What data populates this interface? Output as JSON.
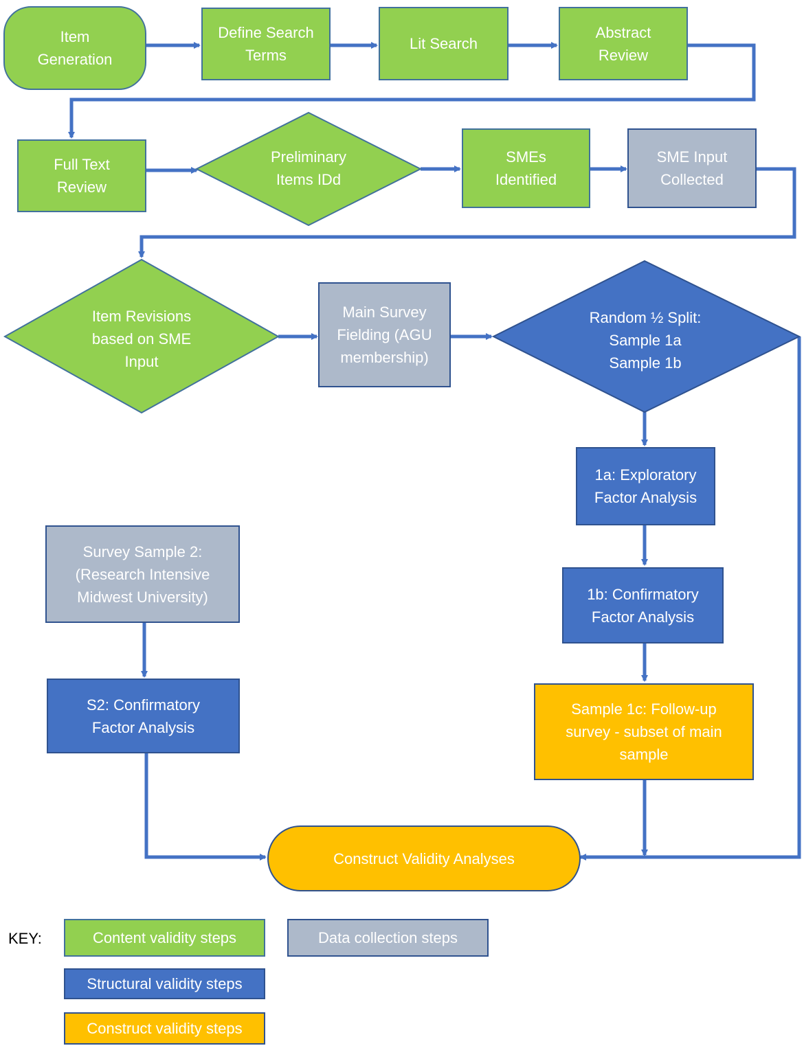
{
  "colors": {
    "content": "#92d050",
    "data": "#adb9ca",
    "structural": "#4472c4",
    "construct": "#ffc000",
    "arrow": "#4472c4",
    "border": "#2f528f"
  },
  "nodes": {
    "item_generation": "Item\nGeneration",
    "define_search_terms": "Define Search\nTerms",
    "lit_search": "Lit Search",
    "abstract_review": "Abstract\nReview",
    "full_text_review": "Full Text\nReview",
    "preliminary_items": "Preliminary\nItems IDd",
    "smes_identified": "SMEs\nIdentified",
    "sme_input_collected": "SME Input\nCollected",
    "item_revisions": "Item Revisions\nbased on SME\nInput",
    "main_survey_fielding": "Main Survey\nFielding (AGU\nmembership)",
    "random_split": "Random ½ Split:\nSample 1a\nSample 1b",
    "efa_1a": "1a: Exploratory\nFactor Analysis",
    "cfa_1b": "1b: Confirmatory\nFactor Analysis",
    "followup_1c": "Sample 1c: Follow-up\nsurvey - subset of main\nsample",
    "survey_sample_2": "Survey Sample 2:\n(Research Intensive\nMidwest University)",
    "cfa_s2": "S2: Confirmatory\nFactor Analysis",
    "construct_validity": "Construct Validity Analyses"
  },
  "key": {
    "label": "KEY:",
    "content": "Content validity steps",
    "data": "Data collection steps",
    "structural": "Structural validity steps",
    "construct": "Construct validity steps"
  }
}
